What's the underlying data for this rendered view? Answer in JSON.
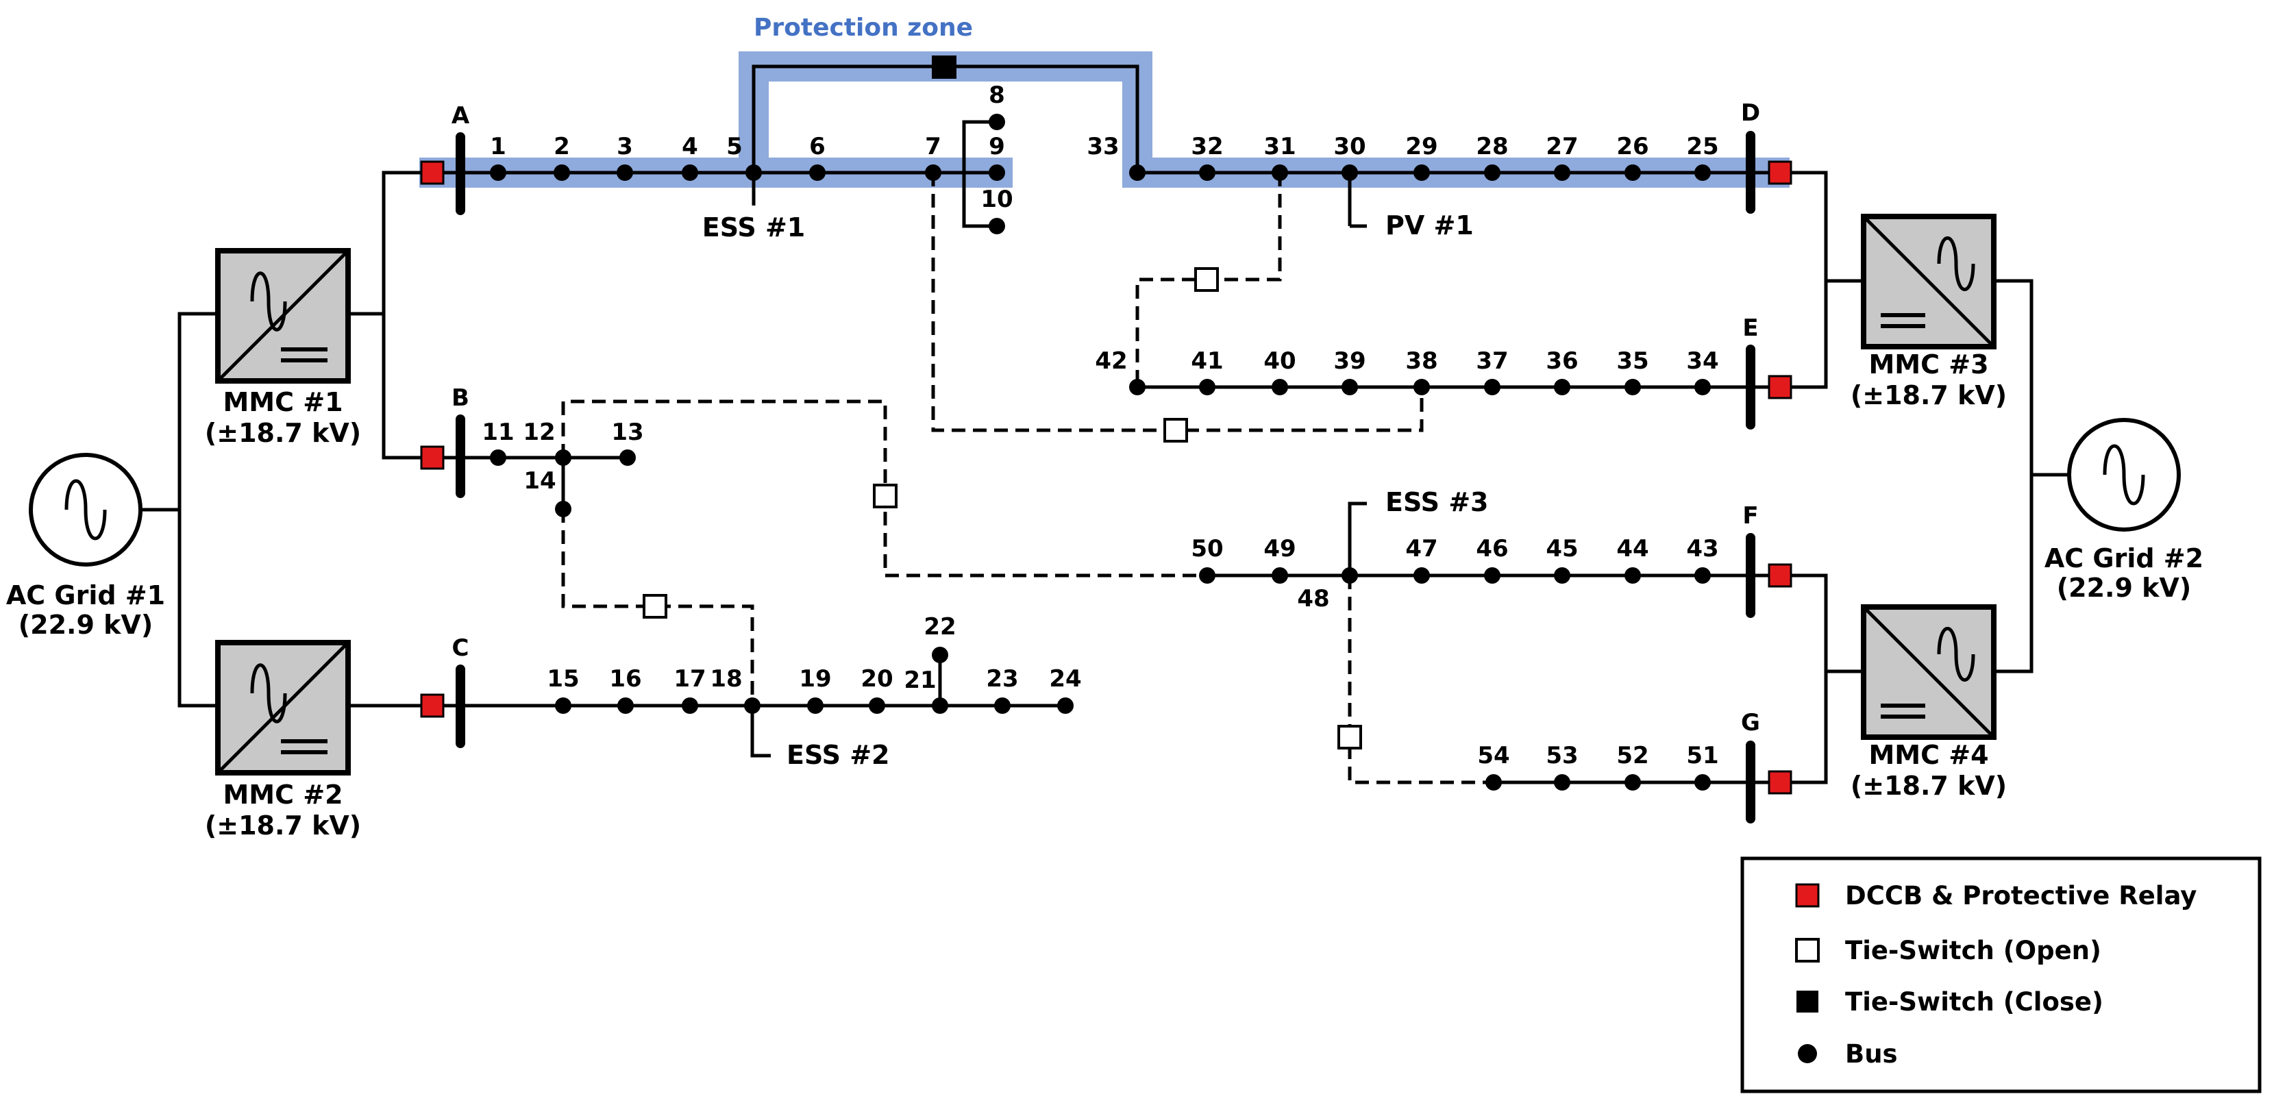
{
  "protection_zone": {
    "label": "Protection zone",
    "color": "#8faadc"
  },
  "ac_grids": [
    {
      "name": "AC Grid #1",
      "voltage": "(22.9 kV)"
    },
    {
      "name": "AC Grid #2",
      "voltage": "(22.9 kV)"
    }
  ],
  "converters": [
    {
      "name": "MMC #1",
      "rating": "(±18.7 kV)"
    },
    {
      "name": "MMC #2",
      "rating": "(±18.7 kV)"
    },
    {
      "name": "MMC #3",
      "rating": "(±18.7 kV)"
    },
    {
      "name": "MMC #4",
      "rating": "(±18.7 kV)"
    }
  ],
  "feeders": [
    "A",
    "B",
    "C",
    "D",
    "E",
    "F",
    "G"
  ],
  "buses": [
    "1",
    "2",
    "3",
    "4",
    "5",
    "6",
    "7",
    "8",
    "9",
    "10",
    "11",
    "12",
    "13",
    "14",
    "15",
    "16",
    "17",
    "18",
    "19",
    "20",
    "21",
    "22",
    "23",
    "24",
    "25",
    "26",
    "27",
    "28",
    "29",
    "30",
    "31",
    "32",
    "33",
    "34",
    "35",
    "36",
    "37",
    "38",
    "39",
    "40",
    "41",
    "42",
    "43",
    "44",
    "45",
    "46",
    "47",
    "48",
    "49",
    "50",
    "51",
    "52",
    "53",
    "54"
  ],
  "resources": {
    "ess1": "ESS #1",
    "ess2": "ESS #2",
    "ess3": "ESS #3",
    "pv1": "PV #1"
  },
  "legend": {
    "dccb": "DCCB & Protective Relay",
    "tie_open": "Tie-Switch (Open)",
    "tie_close": "Tie-Switch (Close)",
    "bus": "Bus"
  },
  "colors": {
    "dccb": "#e31a1c",
    "converter_fill": "#c8c8c8",
    "protection_zone": "#8faadc"
  }
}
